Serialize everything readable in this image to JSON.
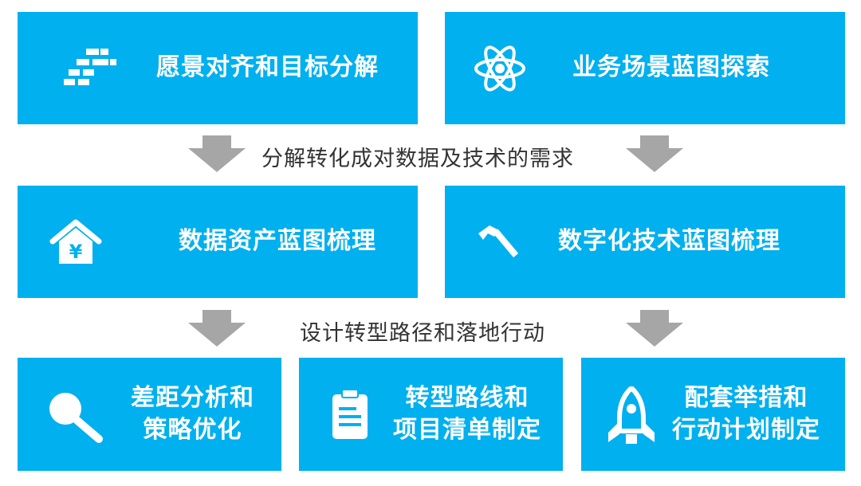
{
  "colors": {
    "box": "#00b0ef",
    "arrow": "#a6a6a6",
    "text_dark": "#333333",
    "text_light": "#ffffff"
  },
  "row1": [
    {
      "label": "愿景对齐和目标分解",
      "icon": "org-chart-icon"
    },
    {
      "label": "业务场景蓝图探索",
      "icon": "atom-icon"
    }
  ],
  "caption1": "分解转化成对数据及技术的需求",
  "row2": [
    {
      "label": "数据资产蓝图梳理",
      "icon": "house-yen-icon"
    },
    {
      "label": "数字化技术蓝图梳理",
      "icon": "hammer-icon"
    }
  ],
  "caption2": "设计转型路径和落地行动",
  "row3": [
    {
      "label": "差距分析和\n策略优化",
      "icon": "magnifier-icon"
    },
    {
      "label": "转型路线和\n项目清单制定",
      "icon": "clipboard-icon"
    },
    {
      "label": "配套举措和\n行动计划制定",
      "icon": "rocket-icon"
    }
  ]
}
